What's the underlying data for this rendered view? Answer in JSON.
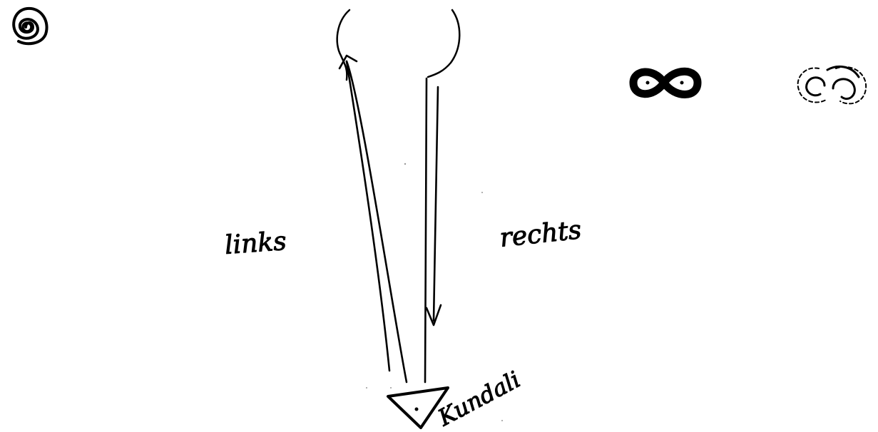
{
  "diagram": {
    "labels": {
      "left": "links",
      "right": "rechts",
      "bottom": "Kundali"
    },
    "symbols": [
      {
        "name": "concentric-spiral",
        "position": "top-left"
      },
      {
        "name": "infinity-figure",
        "position": "top-right"
      },
      {
        "name": "double-spiral-dashed",
        "position": "far-top-right"
      }
    ],
    "colors": {
      "ink": "#000000",
      "paper": "#ffffff"
    }
  }
}
